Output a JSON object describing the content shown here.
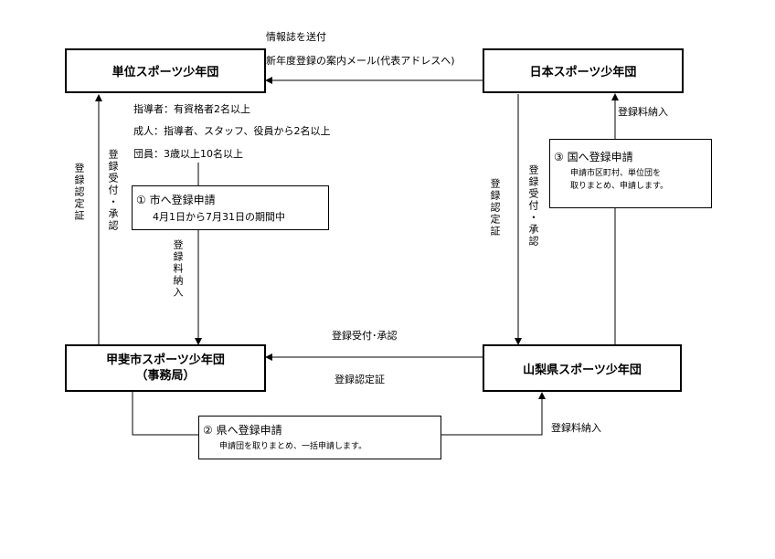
{
  "nodes": {
    "unit": "単位スポーツ少年団",
    "japan": "日本スポーツ少年団",
    "kai_line1": "甲斐市スポーツ少年団",
    "kai_line2": "（事務局）",
    "yamanashi": "山梨県スポーツ少年団"
  },
  "top_labels": {
    "info": "情報誌を送付",
    "mail": "新年度登録の案内メール(代表アドレスへ)"
  },
  "requirements": {
    "leader": "指導者：有資格者2名以上",
    "adult": "成人：指導者、スタッフ、役員から2名以上",
    "member": "団員：3歳以上10名以上"
  },
  "step1": {
    "title": "①  市へ登録申請",
    "detail": "4月1日から7月31日の期間中"
  },
  "step2": {
    "title": "②  県へ登録申請",
    "detail": "申請団を取りまとめ、一括申請します。"
  },
  "step3": {
    "title": "③  国へ登録申請",
    "detail1": "申請市区町村、単位団を",
    "detail2": "取りまとめ、申請します。"
  },
  "edge_labels": {
    "unit_cert": "登録認定証",
    "unit_accept": "登録受付・承認",
    "city_fee": "登録料納入",
    "japan_cert": "登録認定証",
    "japan_accept": "登録受付・承認",
    "japan_fee": "登録料納入",
    "pref_accept": "登録受付･承認",
    "pref_cert": "登録認定証",
    "pref_fee": "登録料納入"
  }
}
